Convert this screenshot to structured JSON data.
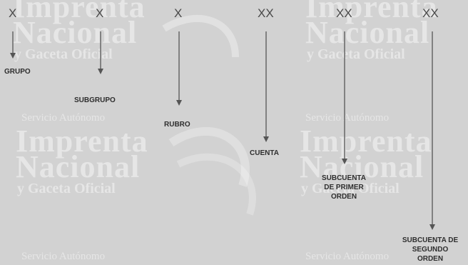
{
  "watermark": {
    "lines": [
      "Imprenta",
      "Nacional",
      "y Gaceta Oficial",
      "Servicio Autónomo"
    ]
  },
  "digits": [
    {
      "code": "X",
      "label": [
        "GRUPO"
      ]
    },
    {
      "code": "X",
      "label": [
        "SUBGRUPO"
      ]
    },
    {
      "code": "X",
      "label": [
        "RUBRO"
      ]
    },
    {
      "code": "XX",
      "label": [
        "CUENTA"
      ]
    },
    {
      "code": "XX",
      "label": [
        "SUBCUENTA",
        "DE PRIMER",
        "ORDEN"
      ]
    },
    {
      "code": "XX",
      "label": [
        "SUBCUENTA DE",
        "SEGUNDO",
        "ORDEN"
      ]
    }
  ]
}
